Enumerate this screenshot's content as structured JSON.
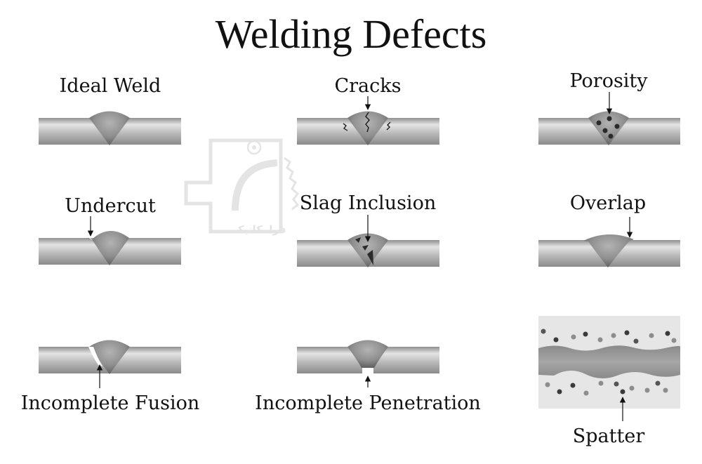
{
  "title": "Welding Defects",
  "watermark": {
    "text": "فرامکانیک",
    "color": "#d4d4d4"
  },
  "colors": {
    "plate_light": "#e2e2e2",
    "plate_mid": "#b4b4b4",
    "plate_dark": "#8a8a8a",
    "weld_center": "#a9a9a9",
    "weld_edge": "#6b6b6b",
    "defect_dark": "#2a2a2a",
    "spatter_panel": "#e6e6e6",
    "arrow": "#111111"
  },
  "panels": [
    {
      "id": "ideal-weld",
      "label": "Ideal Weld"
    },
    {
      "id": "cracks",
      "label": "Cracks"
    },
    {
      "id": "porosity",
      "label": "Porosity"
    },
    {
      "id": "undercut",
      "label": "Undercut"
    },
    {
      "id": "slag-inclusion",
      "label": "Slag Inclusion"
    },
    {
      "id": "overlap",
      "label": "Overlap"
    },
    {
      "id": "incomplete-fusion",
      "label": "Incomplete Fusion"
    },
    {
      "id": "incomplete-penetration",
      "label": "Incomplete Penetration"
    },
    {
      "id": "spatter",
      "label": "Spatter"
    }
  ]
}
